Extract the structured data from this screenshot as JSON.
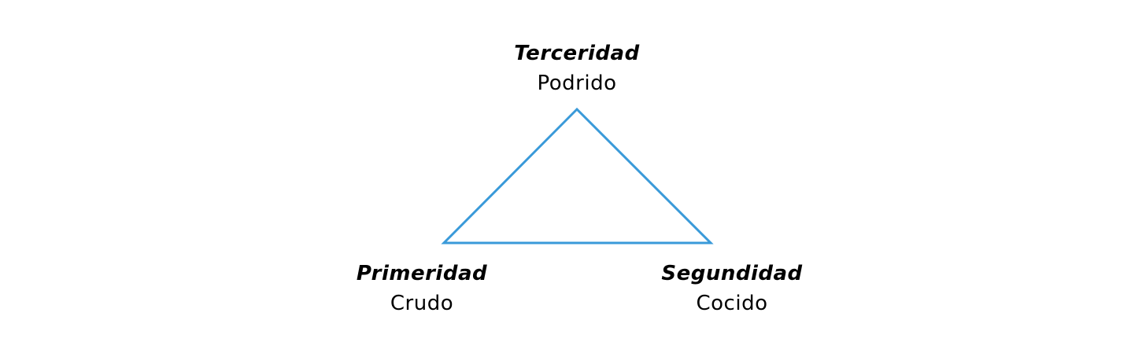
{
  "colors": {
    "triangle": "#3a9ad9"
  },
  "vertices": {
    "top": {
      "title": "Terceridad",
      "subtitle": "Podrido"
    },
    "left": {
      "title": "Primeridad",
      "subtitle": "Crudo"
    },
    "right": {
      "title": "Segundidad",
      "subtitle": "Cocido"
    }
  }
}
